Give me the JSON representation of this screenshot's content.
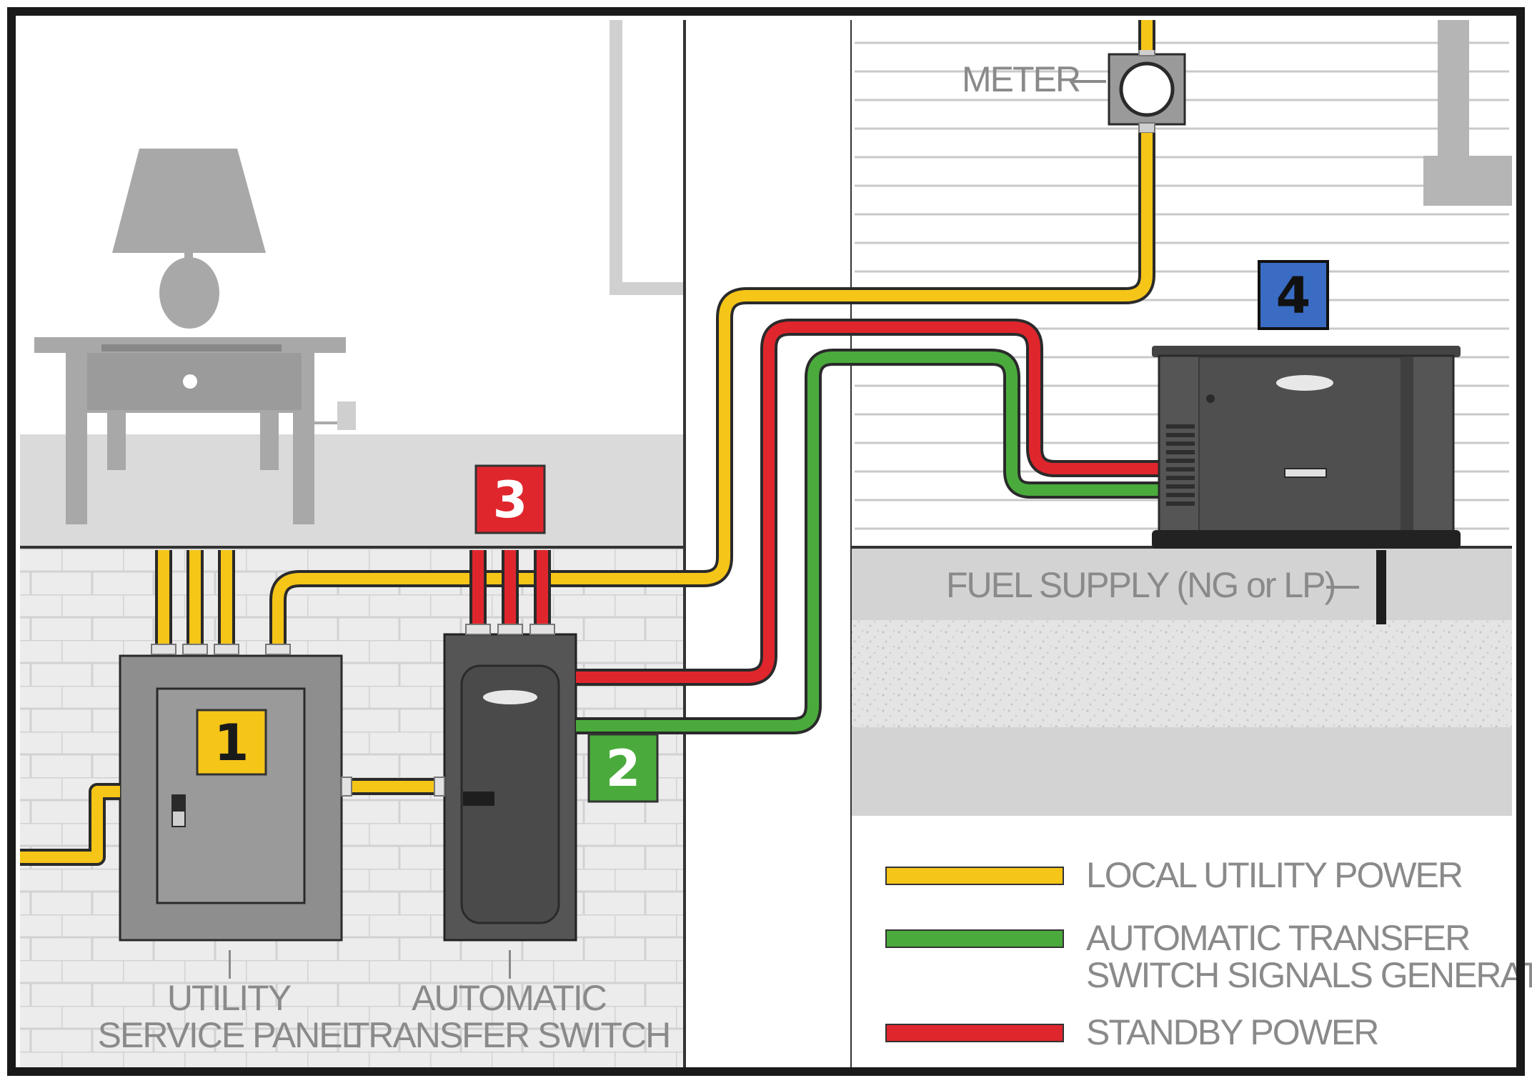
{
  "labels": {
    "meter": "METER",
    "fuel_supply": "FUEL SUPPLY (NG or LP)",
    "panel_line1": "UTILITY",
    "panel_line2": "SERVICE PANEL",
    "ats_line1": "AUTOMATIC",
    "ats_line2": "TRANSFER SWITCH"
  },
  "badges": [
    {
      "number": "1",
      "color": "#f5c518",
      "text_color": "#1a1a1a"
    },
    {
      "number": "2",
      "color": "#4aab3c",
      "text_color": "#ffffff"
    },
    {
      "number": "3",
      "color": "#e0262d",
      "text_color": "#ffffff"
    },
    {
      "number": "4",
      "color": "#3a6cc4",
      "text_color": "#111111"
    }
  ],
  "legend": [
    {
      "color": "#f5c518",
      "line1": "LOCAL UTILITY POWER",
      "line2": ""
    },
    {
      "color": "#4aab3c",
      "line1": "AUTOMATIC TRANSFER",
      "line2": "SWITCH SIGNALS GENERATOR"
    },
    {
      "color": "#e0262d",
      "line1": "STANDBY POWER",
      "line2": ""
    }
  ],
  "colors": {
    "utility": "#f5c518",
    "signal": "#4aab3c",
    "standby": "#e0262d",
    "border": "#1a1a1a"
  }
}
